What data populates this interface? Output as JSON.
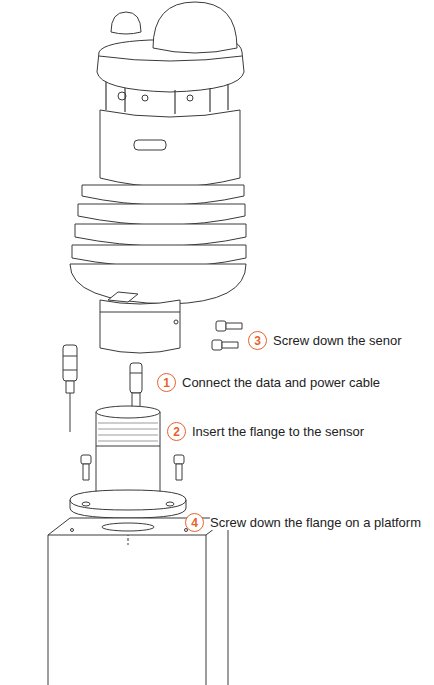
{
  "diagram": {
    "nodes": [
      {
        "text": [
          "3",
          "Screw down the senor"
        ]
      },
      {
        "text": [
          "1",
          "Connect the data and power cable"
        ]
      },
      {
        "text": [
          "2",
          "Insert the flange to the sensor"
        ]
      },
      {
        "text": [
          "4",
          "Screw down the flange on a platform"
        ]
      }
    ]
  }
}
